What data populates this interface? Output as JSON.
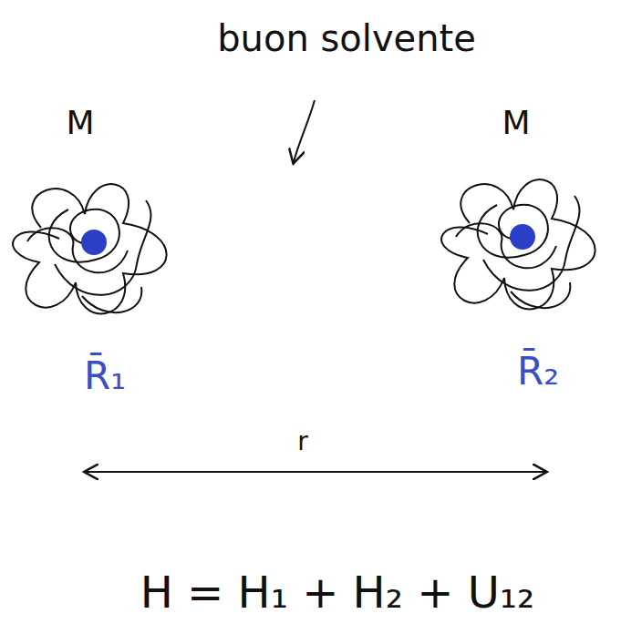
{
  "diagram": {
    "labels": [
      "buon solvente",
      "M",
      "M",
      "R̄₁",
      "R̄₂",
      "r",
      "H = H₁ + H₂ + U₁₂"
    ]
  }
}
